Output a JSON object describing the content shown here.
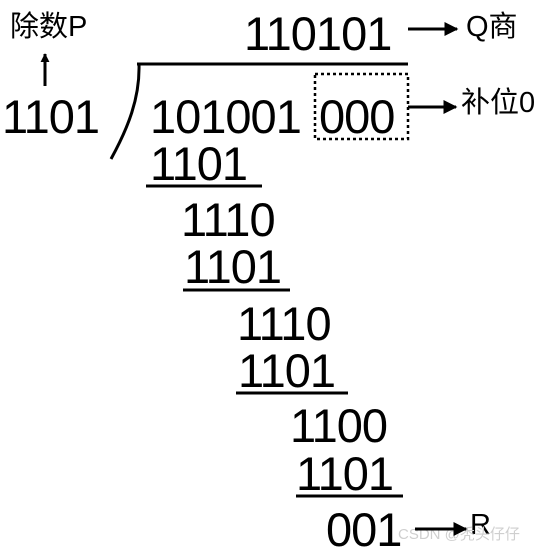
{
  "labels": {
    "divisor": "除数P",
    "quotient": "Q商",
    "padding": "补位0",
    "remainder": "R"
  },
  "numbers": {
    "divisor": "1101",
    "quotient": "110101",
    "dividend": "101001",
    "padding_bits": "000",
    "steps": [
      {
        "value": "1101",
        "underline": true
      },
      {
        "value": "1110",
        "underline": false
      },
      {
        "value": "1101",
        "underline": true
      },
      {
        "value": "1110",
        "underline": false
      },
      {
        "value": "1101",
        "underline": true
      },
      {
        "value": "1100",
        "underline": false
      },
      {
        "value": "1101",
        "underline": true
      }
    ],
    "remainder": "001"
  },
  "watermark": "CSDN @秃头仔仔",
  "colors": {
    "ink": "#000000",
    "watermark": "#cfcfcf"
  }
}
